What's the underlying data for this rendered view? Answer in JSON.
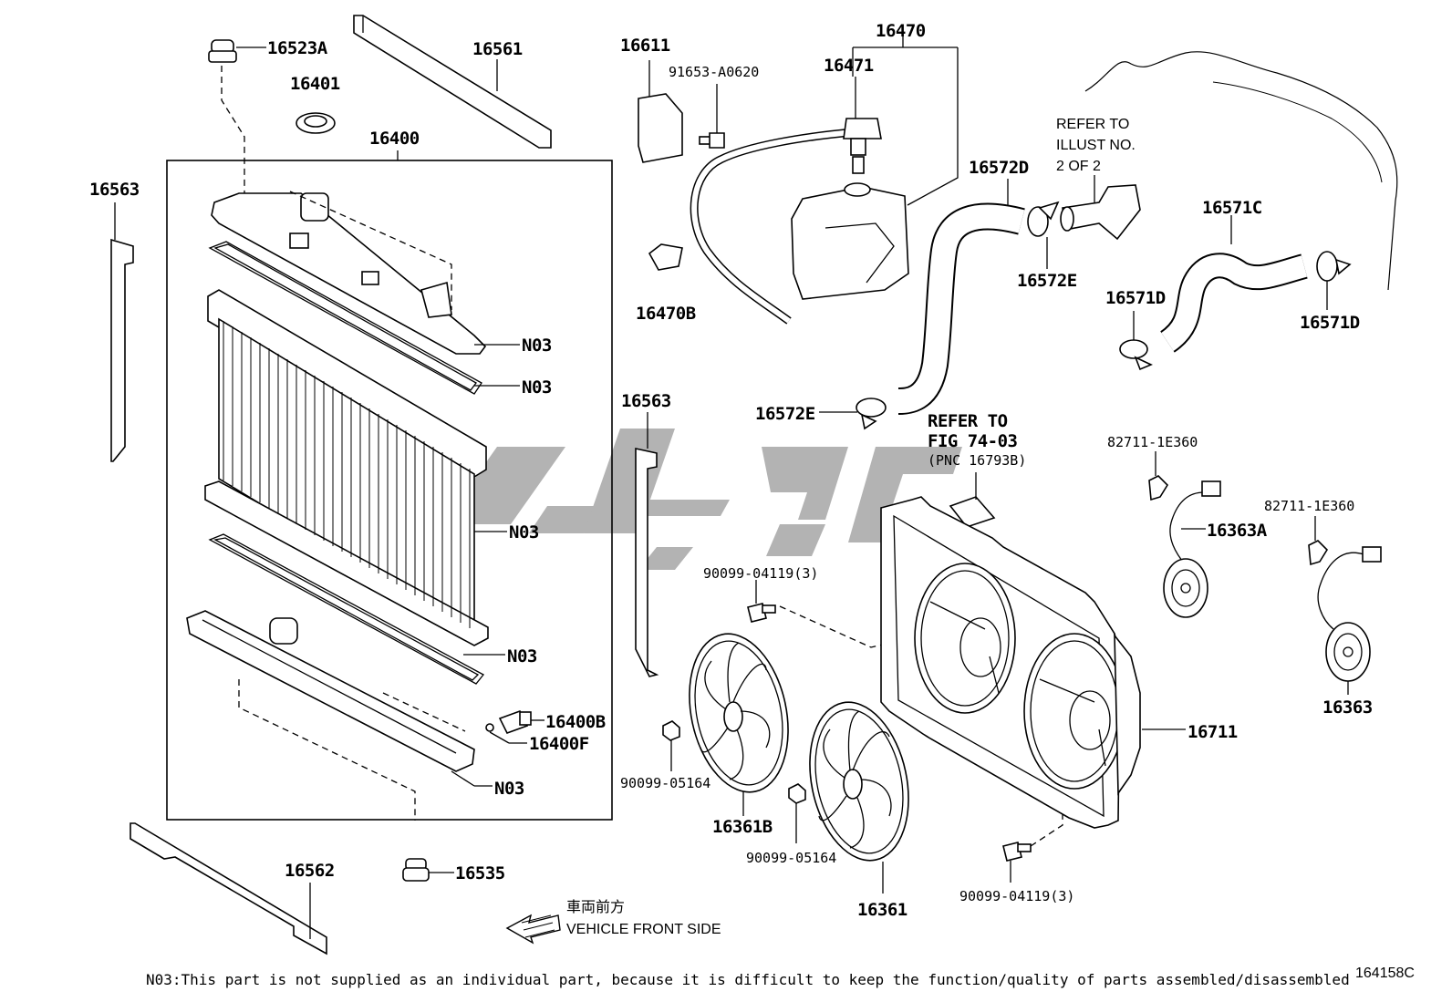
{
  "labels": {
    "p16523A": "16523A",
    "p16561": "16561",
    "p16401": "16401",
    "p16400": "16400",
    "p16563_left": "16563",
    "n03_1": "N03",
    "n03_2": "N03",
    "n03_3": "N03",
    "n03_4": "N03",
    "n03_5": "N03",
    "p16400B": "16400B",
    "p16400F": "16400F",
    "p16562": "16562",
    "p16535": "16535",
    "p16611": "16611",
    "p91653": "91653-A0620",
    "p16470": "16470",
    "p16471": "16471",
    "p16470B": "16470B",
    "p16572D": "16572D",
    "p16572E_upper": "16572E",
    "p16572E_lower": "16572E",
    "p16571C": "16571C",
    "p16571D_left": "16571D",
    "p16571D_right": "16571D",
    "p16563_mid": "16563",
    "p90099_04119_a": "90099-04119(3)",
    "p90099_04119_b": "90099-04119(3)",
    "p90099_05164_a": "90099-05164",
    "p90099_05164_b": "90099-05164",
    "p16361B": "16361B",
    "p16361": "16361",
    "p16711": "16711",
    "p82711_a": "82711-1E360",
    "p82711_b": "82711-1E360",
    "p16363A": "16363A",
    "p16363": "16363"
  },
  "refer_illust": [
    "REFER TO",
    "ILLUST NO.",
    "2 OF 2"
  ],
  "refer_fig": [
    "REFER TO",
    "FIG 74-03",
    "(PNC 16793B)"
  ],
  "direction": {
    "jp": "車両前方",
    "en": "VEHICLE FRONT SIDE"
  },
  "footnote": "N03:This part is not supplied as an individual part, because it is difficult to keep the function/quality of parts assembled/disassembled",
  "diagram_code": "164158C",
  "watermark_color": "#9a9a9a"
}
